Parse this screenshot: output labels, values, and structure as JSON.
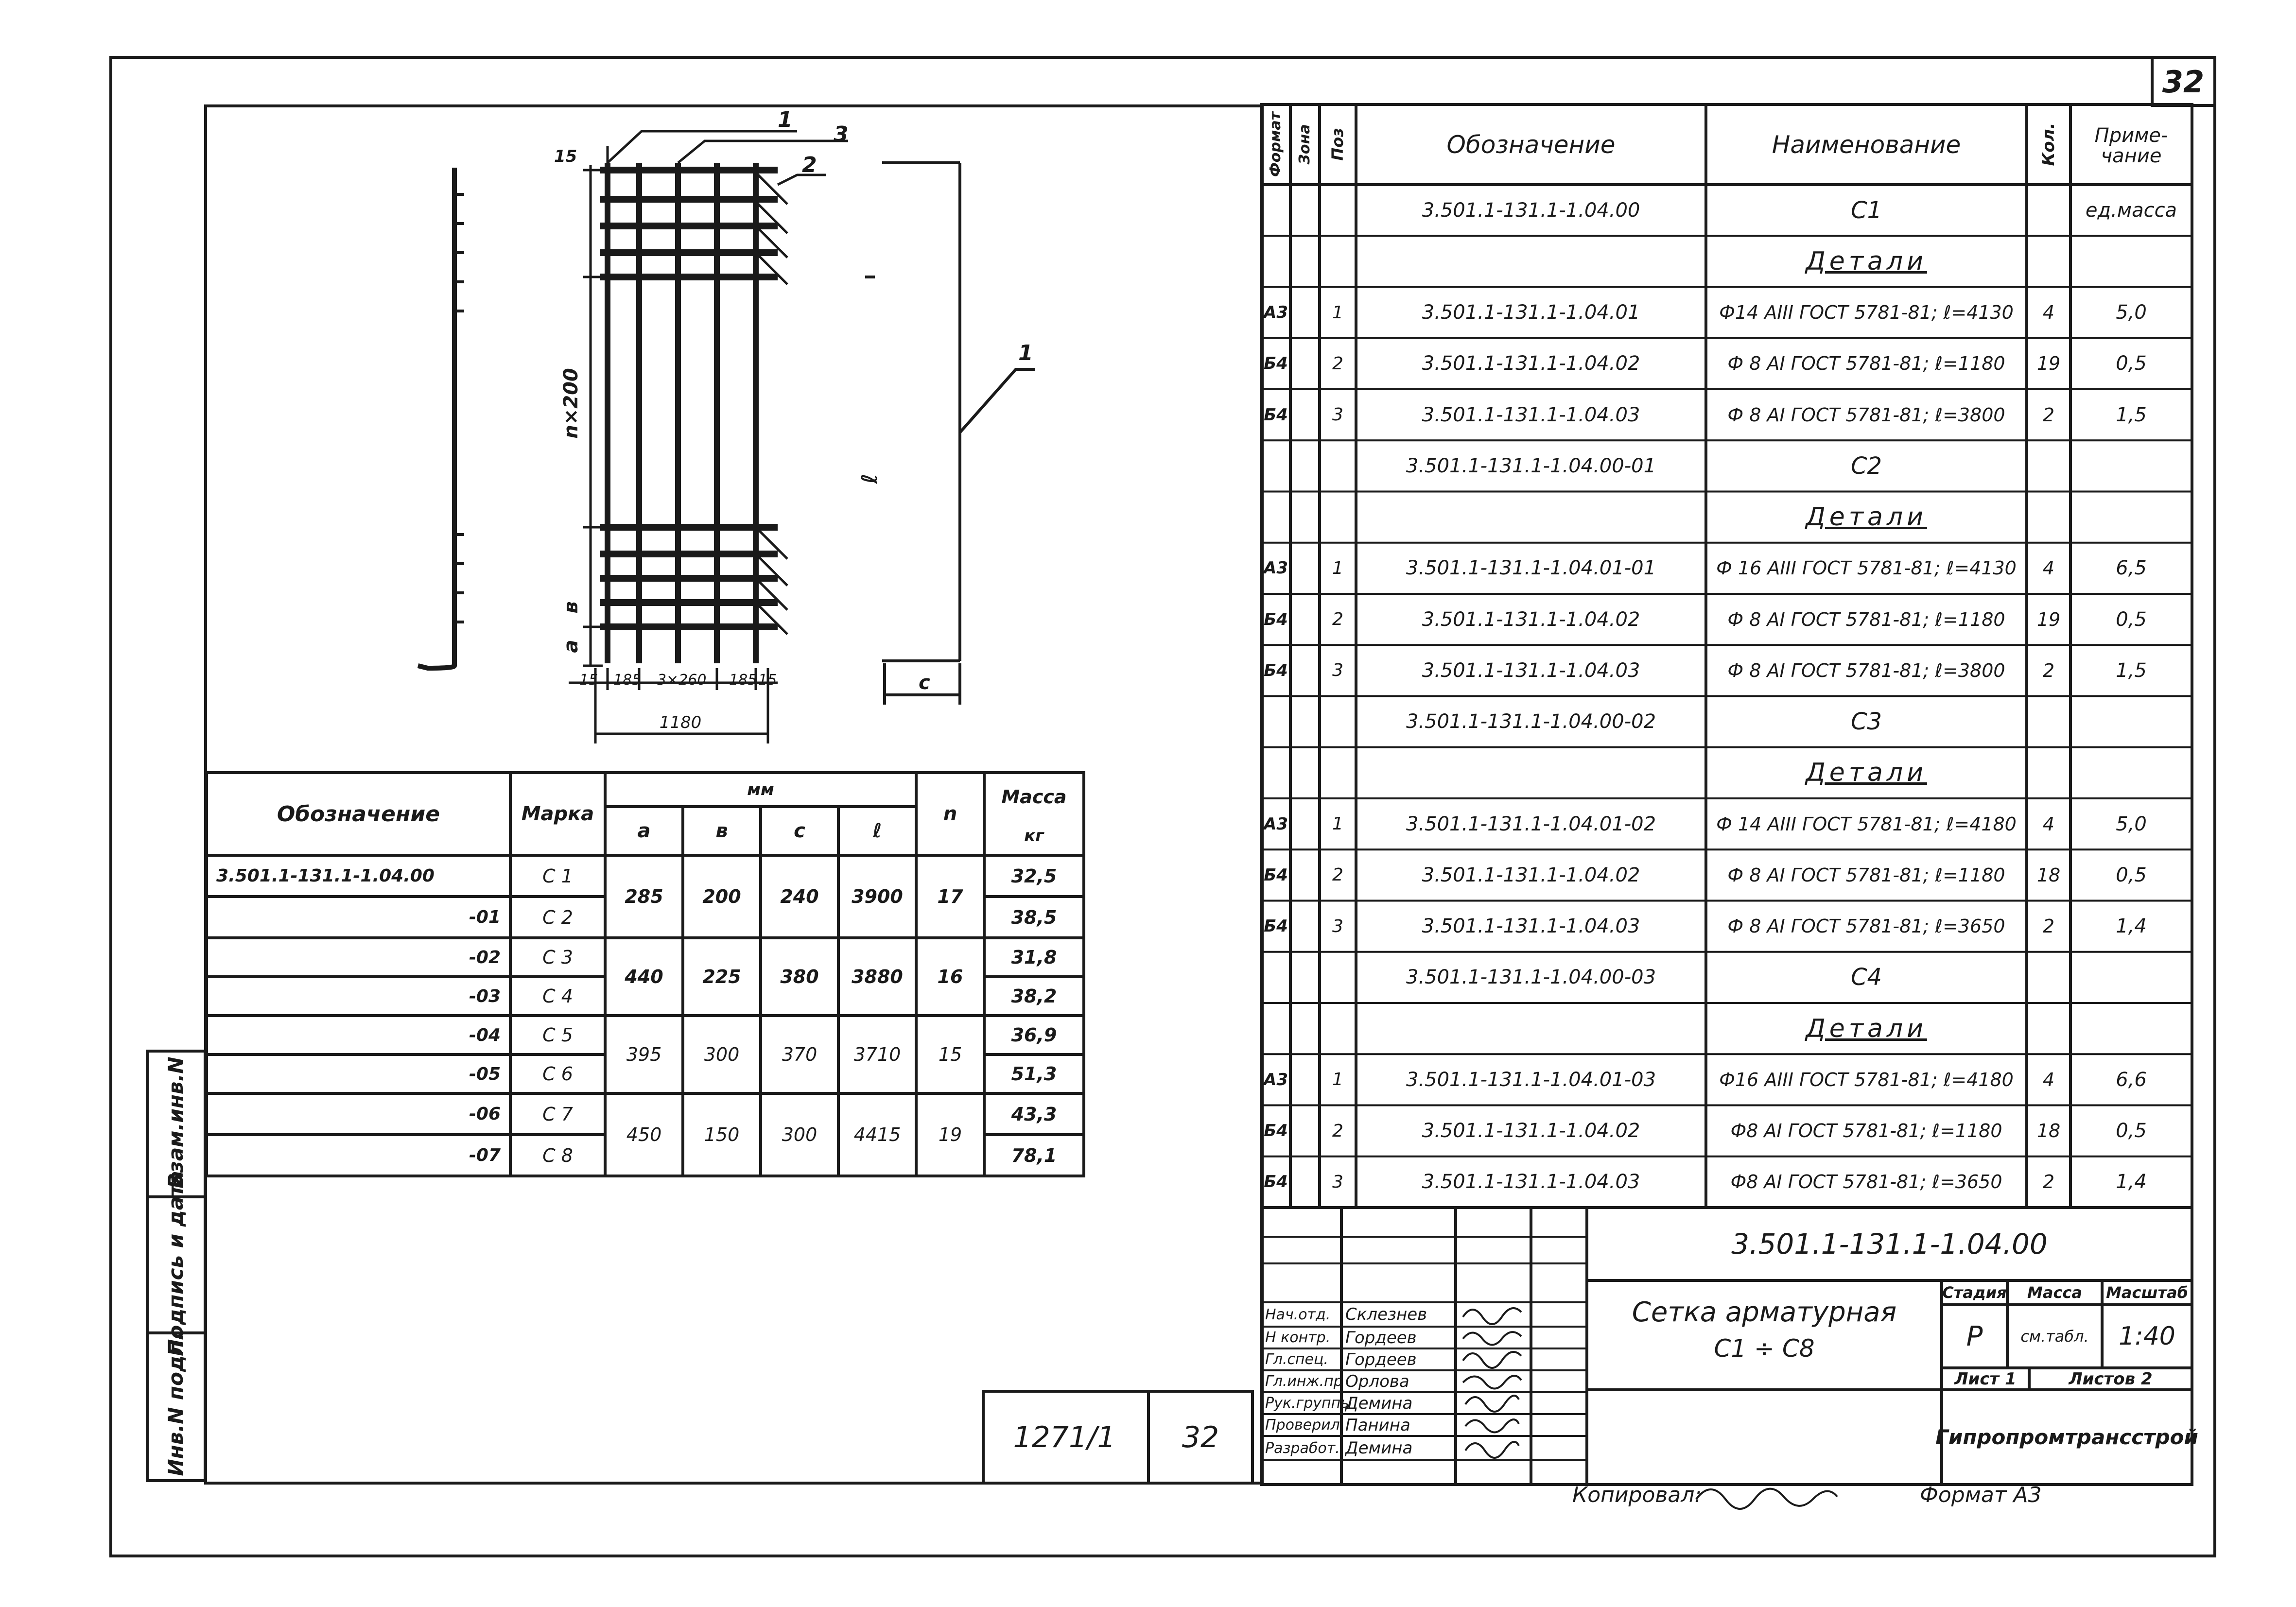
{
  "sheet_number": "32",
  "spec": {
    "headers": {
      "format": "Формат",
      "zone": "Зона",
      "pos": "Поз",
      "designation": "Обозначение",
      "name": "Наименование",
      "qty": "Кол.",
      "note": "Приме- чание"
    },
    "rows": [
      {
        "format": "",
        "zone": "",
        "pos": "",
        "designation": "3.501.1-131.1-1.04.00",
        "name": "C1",
        "qty": "",
        "note": "ед.масса"
      },
      {
        "format": "",
        "zone": "",
        "pos": "",
        "designation": "",
        "name": "Детали",
        "qty": "",
        "note": ""
      },
      {
        "format": "A3",
        "zone": "",
        "pos": "1",
        "designation": "3.501.1-131.1-1.04.01",
        "name": "Ф14 AIII ГОСТ 5781-81; ℓ=4130",
        "qty": "4",
        "note": "5,0"
      },
      {
        "format": "Б4",
        "zone": "",
        "pos": "2",
        "designation": "3.501.1-131.1-1.04.02",
        "name": "Ф 8 AI ГОСТ 5781-81; ℓ=1180",
        "qty": "19",
        "note": "0,5"
      },
      {
        "format": "Б4",
        "zone": "",
        "pos": "3",
        "designation": "3.501.1-131.1-1.04.03",
        "name": "Ф 8 AI ГОСТ 5781-81; ℓ=3800",
        "qty": "2",
        "note": "1,5"
      },
      {
        "format": "",
        "zone": "",
        "pos": "",
        "designation": "3.501.1-131.1-1.04.00-01",
        "name": "C2",
        "qty": "",
        "note": ""
      },
      {
        "format": "",
        "zone": "",
        "pos": "",
        "designation": "",
        "name": "Детали",
        "qty": "",
        "note": ""
      },
      {
        "format": "A3",
        "zone": "",
        "pos": "1",
        "designation": "3.501.1-131.1-1.04.01-01",
        "name": "Ф 16 AIII ГОСТ 5781-81; ℓ=4130",
        "qty": "4",
        "note": "6,5"
      },
      {
        "format": "Б4",
        "zone": "",
        "pos": "2",
        "designation": "3.501.1-131.1-1.04.02",
        "name": "Ф 8 AI ГОСТ 5781-81; ℓ=1180",
        "qty": "19",
        "note": "0,5"
      },
      {
        "format": "Б4",
        "zone": "",
        "pos": "3",
        "designation": "3.501.1-131.1-1.04.03",
        "name": "Ф 8 AI ГОСТ 5781-81; ℓ=3800",
        "qty": "2",
        "note": "1,5"
      },
      {
        "format": "",
        "zone": "",
        "pos": "",
        "designation": "3.501.1-131.1-1.04.00-02",
        "name": "C3",
        "qty": "",
        "note": ""
      },
      {
        "format": "",
        "zone": "",
        "pos": "",
        "designation": "",
        "name": "Детали",
        "qty": "",
        "note": ""
      },
      {
        "format": "A3",
        "zone": "",
        "pos": "1",
        "designation": "3.501.1-131.1-1.04.01-02",
        "name": "Ф 14 AIII ГОСТ 5781-81; ℓ=4180",
        "qty": "4",
        "note": "5,0"
      },
      {
        "format": "Б4",
        "zone": "",
        "pos": "2",
        "designation": "3.501.1-131.1-1.04.02",
        "name": "Ф 8 AI ГОСТ 5781-81; ℓ=1180",
        "qty": "18",
        "note": "0,5"
      },
      {
        "format": "Б4",
        "zone": "",
        "pos": "3",
        "designation": "3.501.1-131.1-1.04.03",
        "name": "Ф 8 AI ГОСТ 5781-81; ℓ=3650",
        "qty": "2",
        "note": "1,4"
      },
      {
        "format": "",
        "zone": "",
        "pos": "",
        "designation": "3.501.1-131.1-1.04.00-03",
        "name": "C4",
        "qty": "",
        "note": ""
      },
      {
        "format": "",
        "zone": "",
        "pos": "",
        "designation": "",
        "name": "Детали",
        "qty": "",
        "note": ""
      },
      {
        "format": "A3",
        "zone": "",
        "pos": "1",
        "designation": "3.501.1-131.1-1.04.01-03",
        "name": "Ф16 AIII ГОСТ 5781-81; ℓ=4180",
        "qty": "4",
        "note": "6,6"
      },
      {
        "format": "Б4",
        "zone": "",
        "pos": "2",
        "designation": "3.501.1-131.1-1.04.02",
        "name": "Ф8 AI ГОСТ 5781-81; ℓ=1180",
        "qty": "18",
        "note": "0,5"
      },
      {
        "format": "Б4",
        "zone": "",
        "pos": "3",
        "designation": "3.501.1-131.1-1.04.03",
        "name": "Ф8 AI ГОСТ 5781-81; ℓ=3650",
        "qty": "2",
        "note": "1,4"
      }
    ]
  },
  "drawing": {
    "left_dim": "n×200",
    "dim_a": "a",
    "dim_b": "в",
    "dim_c": "c",
    "dim_l": "ℓ",
    "bottom_dims": [
      "15",
      "185",
      "3×260",
      "185",
      "15"
    ],
    "total_width": "1180",
    "leader_1a": "1",
    "leader_3": "3",
    "leader_2": "2",
    "leader_15": "15",
    "leader_1b": "1"
  },
  "mass_table": {
    "h_designation": "Обозначение",
    "h_mark": "Марка",
    "h_mm": "мм",
    "h_a": "a",
    "h_b": "в",
    "h_c": "c",
    "h_l": "ℓ",
    "h_n": "n",
    "h_mass": "Масса",
    "h_kg": "кг",
    "rows": [
      {
        "designation": "3.501.1-131.1-1.04.00",
        "mark": "C 1",
        "mass": "32,5"
      },
      {
        "designation": "-01",
        "mark": "C 2",
        "mass": "38,5"
      },
      {
        "designation": "-02",
        "mark": "C 3",
        "mass": "31,8"
      },
      {
        "designation": "-03",
        "mark": "C 4",
        "mass": "38,2"
      },
      {
        "designation": "-04",
        "mark": "C 5",
        "mass": "36,9"
      },
      {
        "designation": "-05",
        "mark": "C 6",
        "mass": "51,3"
      },
      {
        "designation": "-06",
        "mark": "C 7",
        "mass": "43,3"
      },
      {
        "designation": "-07",
        "mark": "C 8",
        "mass": "78,1"
      }
    ],
    "groups": [
      {
        "a": "285",
        "b": "200",
        "c": "240",
        "l": "3900",
        "n": "17"
      },
      {
        "a": "440",
        "b": "225",
        "c": "380",
        "l": "3880",
        "n": "16"
      },
      {
        "a": "395",
        "b": "300",
        "c": "370",
        "l": "3710",
        "n": "15"
      },
      {
        "a": "450",
        "b": "150",
        "c": "300",
        "l": "4415",
        "n": "19"
      }
    ]
  },
  "side_stamps": [
    "Взам.инв.N",
    "Подпись и дата",
    "Инв.N подл."
  ],
  "album": {
    "code": "1271/1",
    "sheet": "32"
  },
  "title_block": {
    "document_code": "3.501.1-131.1-1.04.00",
    "item_name_line1": "Сетка арматурная",
    "item_name_line2": "C1 ÷ C8",
    "h_stage": "Стадия",
    "h_mass": "Масса",
    "h_scale": "Масштаб",
    "stage": "P",
    "mass": "см.табл.",
    "scale": "1:40",
    "sheet_label": "Лист 1",
    "sheets_label": "Листов 2",
    "organization": "Гипропромтрансстрой",
    "roles": [
      {
        "role": "Нач.отд.",
        "name": "Склезнев"
      },
      {
        "role": "Н контр.",
        "name": "Гордеев"
      },
      {
        "role": "Гл.спец.",
        "name": "Гордеев"
      },
      {
        "role": "Гл.инж.пр",
        "name": "Орлова"
      },
      {
        "role": "Рук.группы",
        "name": "Демина"
      },
      {
        "role": "Проверил",
        "name": "Панина"
      },
      {
        "role": "Разработ.",
        "name": "Демина"
      }
    ]
  },
  "footer": {
    "copied_label": "Копировал:",
    "format_label": "Формат A3"
  }
}
